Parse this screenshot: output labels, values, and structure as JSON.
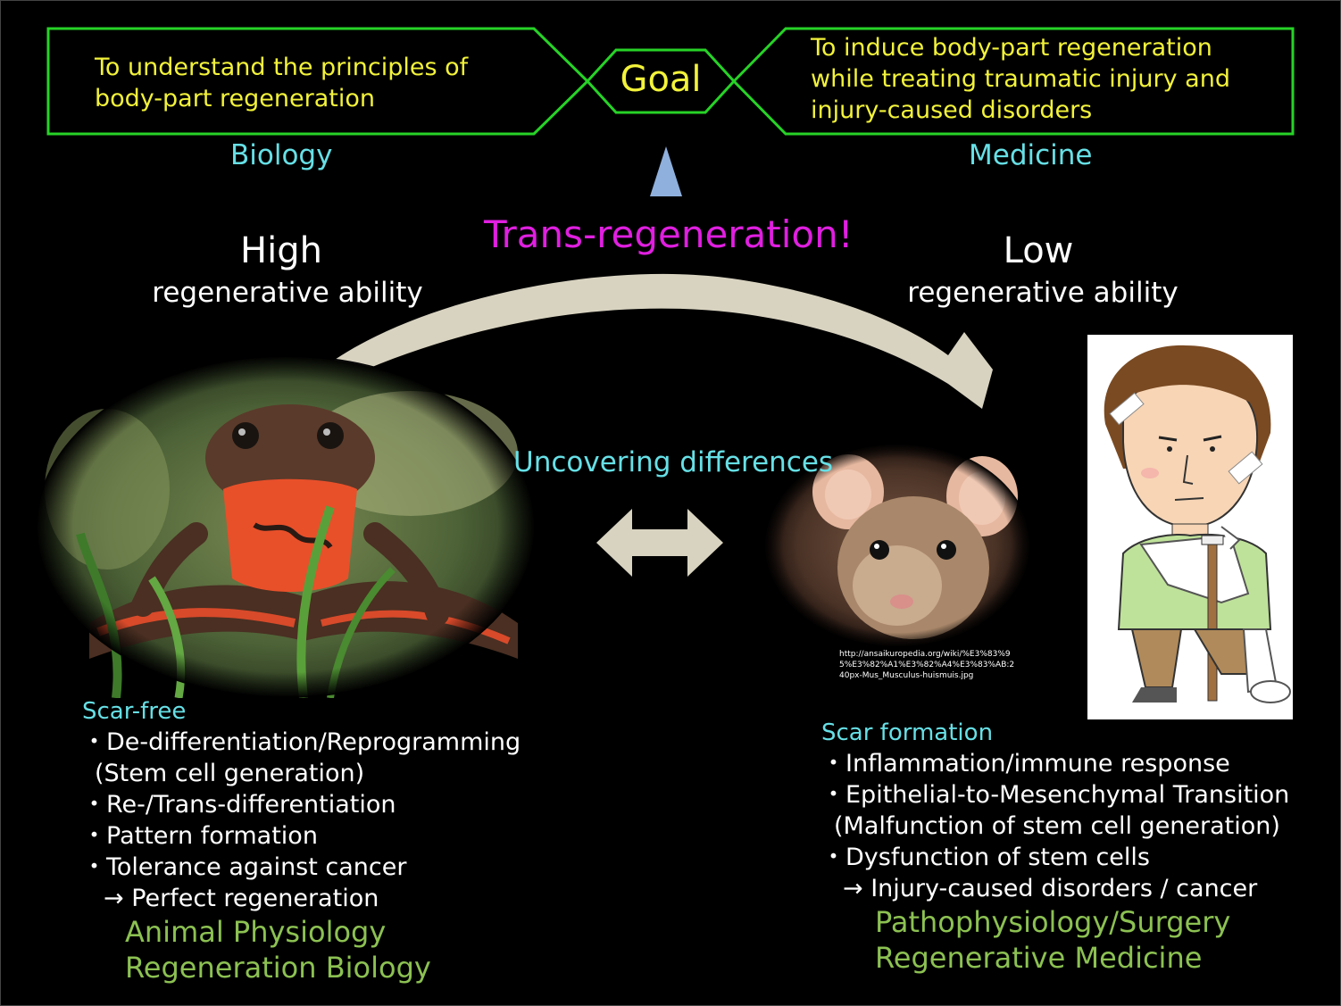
{
  "goal": {
    "left_text": "To understand the principles of body-part regeneration",
    "center": "Goal",
    "right_text": "To induce body-part regeneration while treating traumatic injury and injury-caused disorders"
  },
  "fields": {
    "left": "Biology",
    "right": "Medicine"
  },
  "headline": "Trans-regeneration!",
  "left_ability": {
    "level": "High",
    "label": "regenerative ability"
  },
  "right_ability": {
    "level": "Low",
    "label": "regenerative ability"
  },
  "middle_label": "Uncovering differences",
  "image_credit": "http://ansaikuropedia.org/wiki/%E3%83%95%E3%82%A1%E3%82%A4%E3%83%AB:240px-Mus_Musculus-huismuis.jpg",
  "left_list": {
    "heading": "Scar-free",
    "items": [
      "・De-differentiation/Reprogramming",
      "  (Stem cell generation)",
      "・Re-/Trans-differentiation",
      "・Pattern formation",
      "・Tolerance against cancer",
      "   → Perfect regeneration"
    ],
    "disciplines": [
      "Animal Physiology",
      "Regeneration Biology"
    ]
  },
  "right_list": {
    "heading": "Scar formation",
    "items": [
      "・Inflammation/immune response",
      "・Epithelial-to-Mesenchymal Transition",
      "  (Malfunction of stem cell generation)",
      "・Dysfunction of stem cells",
      "   → Injury-caused disorders / cancer"
    ],
    "disciplines": [
      "Pathophysiology/Surgery",
      "Regenerative Medicine"
    ]
  },
  "colors": {
    "goal_border": "#27d327",
    "goal_text": "#f2f23a",
    "cyan_label": "#66e0e6",
    "headline": "#e01fe0",
    "discipline": "#8cc152",
    "arrow": "#d8d3c0",
    "small_arrow": "#8fb0dc"
  },
  "icons": [
    "newt-photo",
    "mouse-photo",
    "injured-man-illustration",
    "curved-arrow",
    "double-arrow",
    "up-triangle"
  ]
}
